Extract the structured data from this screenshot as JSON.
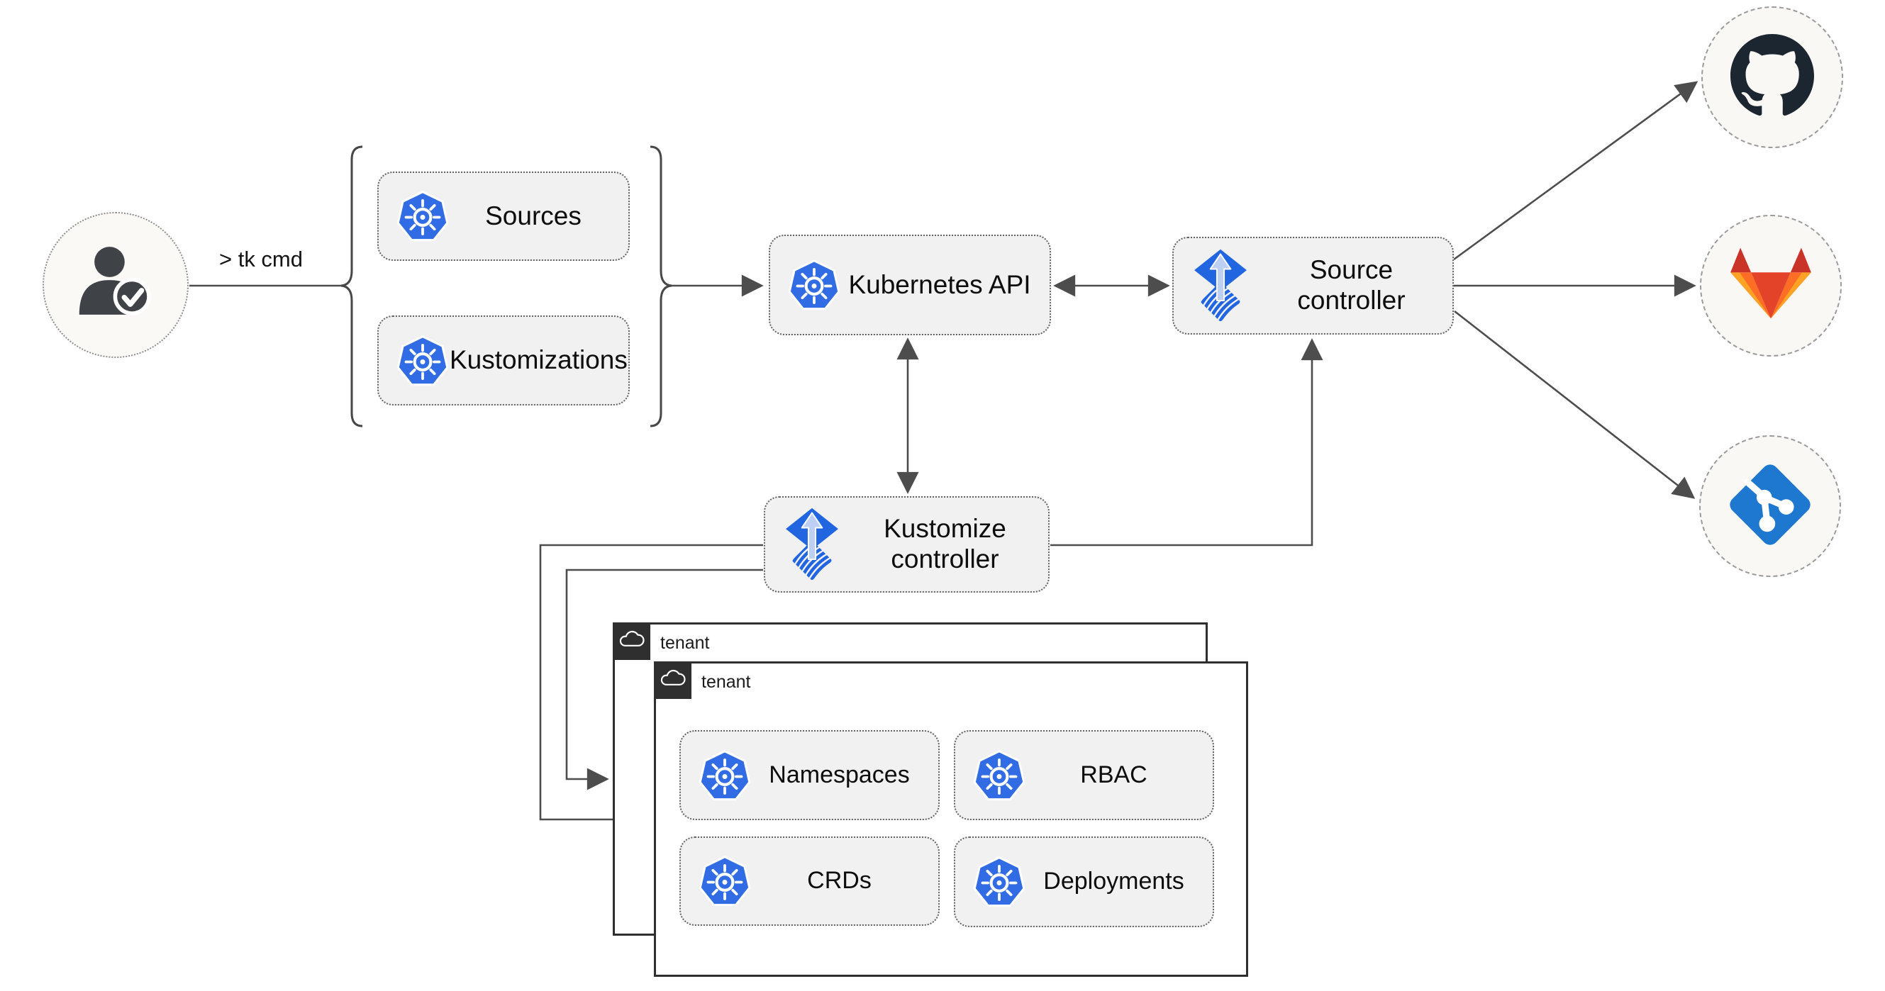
{
  "labels": {
    "cli_command": "> tk cmd",
    "sources": "Sources",
    "kustomizations": "Kustomizations",
    "kubernetes_api": "Kubernetes API",
    "source_controller": "Source controller",
    "kustomize_controller": "Kustomize controller",
    "tenant_outer": "tenant",
    "tenant_inner": "tenant",
    "namespaces": "Namespaces",
    "rbac": "RBAC",
    "crds": "CRDs",
    "deployments": "Deployments"
  },
  "icons": [
    "user-check-icon",
    "kubernetes-icon",
    "flux-icon",
    "cloud-icon",
    "github-icon",
    "gitlab-icon",
    "git-icon"
  ],
  "colors": {
    "kubernetes-blue": "#326ce5",
    "flux-blue": "#2166e0",
    "flux-arrow": "#bdd0f4",
    "box-fill": "#f1f1f2",
    "box-border": "#636363",
    "line": "#4d4d4d",
    "tenant-border": "#2f2f2f",
    "github-dark": "#1b2630",
    "gitlab-red": "#e24329",
    "gitlab-dark-red": "#ca3328",
    "gitlab-orange": "#fc6d26",
    "gitlab-amber": "#fca326",
    "git-blue": "#1e78cf",
    "person-gray": "#3f4347",
    "circle-fill": "#faf8f5"
  }
}
